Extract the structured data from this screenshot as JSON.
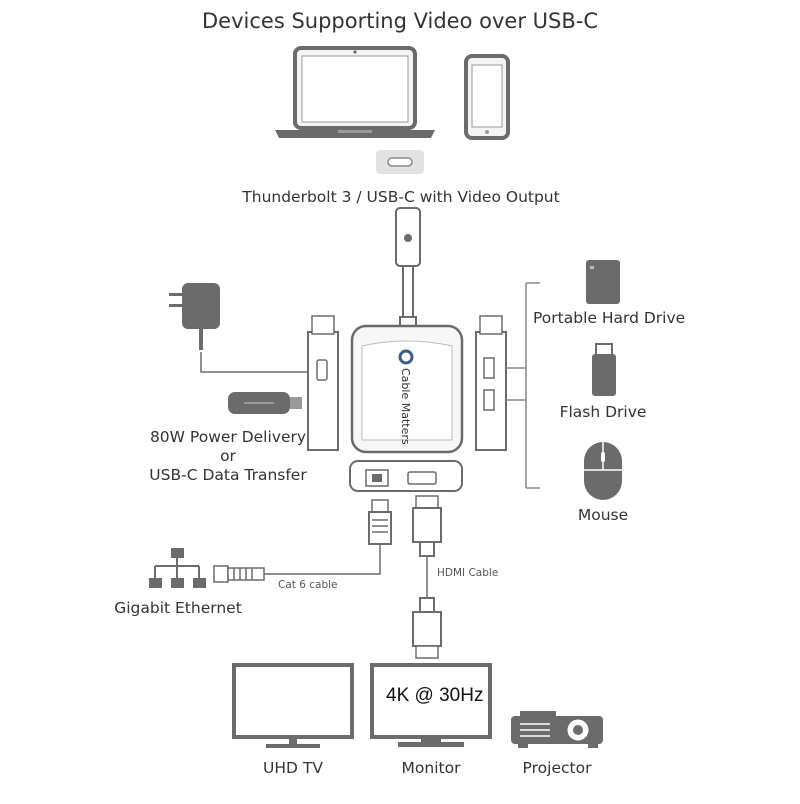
{
  "title": "Devices Supporting Video over USB-C",
  "connector_label": "Thunderbolt 3 / USB-C with Video Output",
  "hub_brand": "Cable Matters",
  "left_labels": {
    "line1": "80W Power Delivery",
    "line2": "or",
    "line3": "USB-C Data Transfer"
  },
  "right_devices": [
    "Portable Hard Drive",
    "Flash Drive",
    "Mouse"
  ],
  "cables": {
    "ethernet": "Cat 6 cable",
    "hdmi": "HDMI Cable"
  },
  "network_label": "Gigabit Ethernet",
  "displays": {
    "tv": "UHD TV",
    "monitor": "Monitor",
    "projector": "Projector",
    "resolution": "4K @ 30Hz"
  },
  "colors": {
    "device_gray": "#6b6b6b",
    "light_gray": "#d9d9d9",
    "line_gray": "#8a8a8a"
  }
}
